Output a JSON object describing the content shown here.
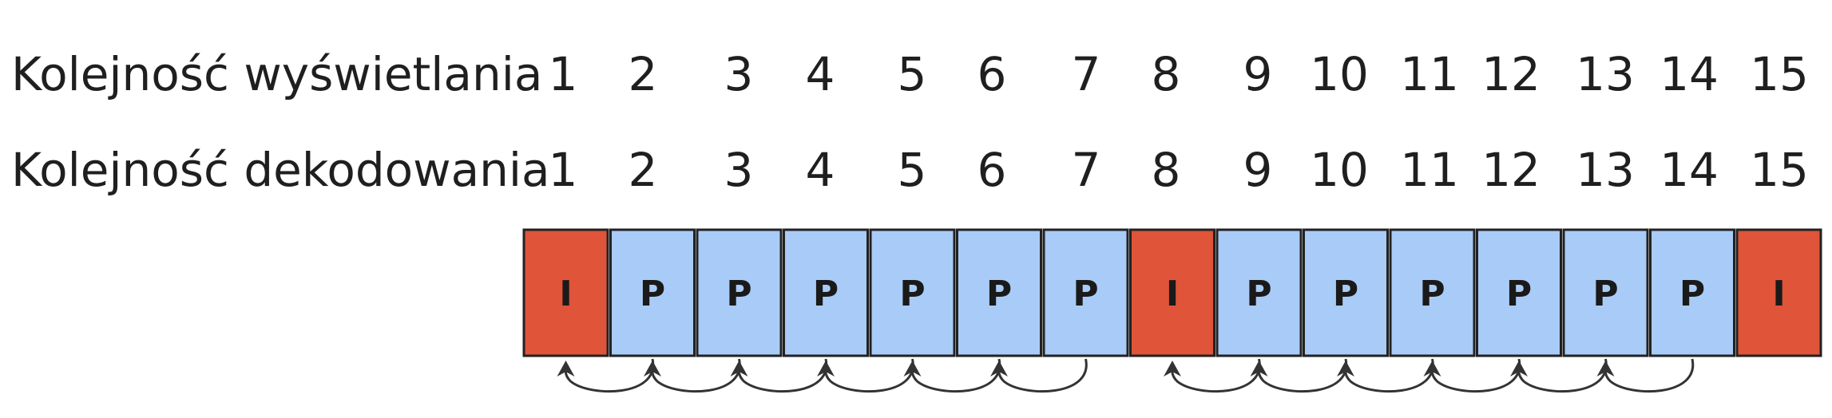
{
  "labels": {
    "display_order": "Kolejność wyświetlania",
    "decode_order": "Kolejność dekodowania"
  },
  "display_order_numbers": [
    "1",
    "2",
    "3",
    "4",
    "5",
    "6",
    "7",
    "8",
    "9",
    "10",
    "11",
    "12",
    "13",
    "14",
    "15"
  ],
  "decode_order_numbers": [
    "1",
    "2",
    "3",
    "4",
    "5",
    "6",
    "7",
    "8",
    "9",
    "10",
    "11",
    "12",
    "13",
    "14",
    "15"
  ],
  "frames": [
    "I",
    "P",
    "P",
    "P",
    "P",
    "P",
    "P",
    "I",
    "P",
    "P",
    "P",
    "P",
    "P",
    "P",
    "I"
  ],
  "colors": {
    "I": "#e05439",
    "P": "#a9cbf7",
    "border": "#222222",
    "arrow": "#333333"
  }
}
